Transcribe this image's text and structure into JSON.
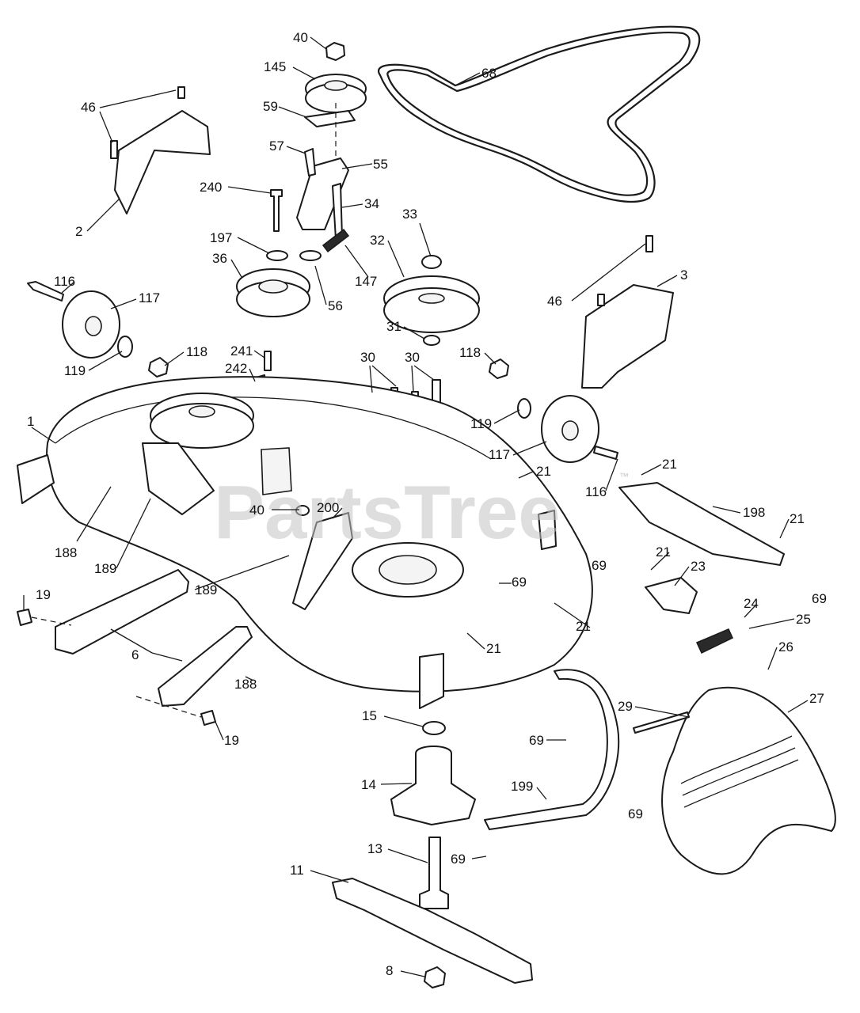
{
  "watermark": {
    "text": "PartsTree",
    "trademark": "™"
  },
  "callouts": [
    {
      "id": "c40a",
      "text": "40"
    },
    {
      "id": "c145",
      "text": "145"
    },
    {
      "id": "c68",
      "text": "68"
    },
    {
      "id": "c46a",
      "text": "46"
    },
    {
      "id": "c59",
      "text": "59"
    },
    {
      "id": "c57",
      "text": "57"
    },
    {
      "id": "c55",
      "text": "55"
    },
    {
      "id": "c2",
      "text": "2"
    },
    {
      "id": "c240",
      "text": "240"
    },
    {
      "id": "c34",
      "text": "34"
    },
    {
      "id": "c33",
      "text": "33"
    },
    {
      "id": "c197",
      "text": "197"
    },
    {
      "id": "c36",
      "text": "36"
    },
    {
      "id": "c32",
      "text": "32"
    },
    {
      "id": "c147",
      "text": "147"
    },
    {
      "id": "c56",
      "text": "56"
    },
    {
      "id": "c3",
      "text": "3"
    },
    {
      "id": "c46b",
      "text": "46"
    },
    {
      "id": "c116a",
      "text": "116"
    },
    {
      "id": "c117a",
      "text": "117"
    },
    {
      "id": "c31",
      "text": "31"
    },
    {
      "id": "c118a",
      "text": "118"
    },
    {
      "id": "c119a",
      "text": "119"
    },
    {
      "id": "c241",
      "text": "241"
    },
    {
      "id": "c30a",
      "text": "30"
    },
    {
      "id": "c30b",
      "text": "30"
    },
    {
      "id": "c118b",
      "text": "118"
    },
    {
      "id": "c242",
      "text": "242"
    },
    {
      "id": "c119b",
      "text": "119"
    },
    {
      "id": "c1",
      "text": "1"
    },
    {
      "id": "c117b",
      "text": "117"
    },
    {
      "id": "c21a",
      "text": "21"
    },
    {
      "id": "c21b",
      "text": "21"
    },
    {
      "id": "c116b",
      "text": "116"
    },
    {
      "id": "c40b",
      "text": "40"
    },
    {
      "id": "c200",
      "text": "200"
    },
    {
      "id": "c198",
      "text": "198"
    },
    {
      "id": "c21c",
      "text": "21"
    },
    {
      "id": "c188a",
      "text": "188"
    },
    {
      "id": "c189a",
      "text": "189"
    },
    {
      "id": "c69a",
      "text": "69"
    },
    {
      "id": "c21d",
      "text": "21"
    },
    {
      "id": "c23",
      "text": "23"
    },
    {
      "id": "c189b",
      "text": "189"
    },
    {
      "id": "c69b",
      "text": "69"
    },
    {
      "id": "c69c",
      "text": "69"
    },
    {
      "id": "c19a",
      "text": "19"
    },
    {
      "id": "c24",
      "text": "24"
    },
    {
      "id": "c25",
      "text": "25"
    },
    {
      "id": "c21e",
      "text": "21"
    },
    {
      "id": "c6",
      "text": "6"
    },
    {
      "id": "c21f",
      "text": "21"
    },
    {
      "id": "c26",
      "text": "26"
    },
    {
      "id": "c188b",
      "text": "188"
    },
    {
      "id": "c27",
      "text": "27"
    },
    {
      "id": "c15",
      "text": "15"
    },
    {
      "id": "c29",
      "text": "29"
    },
    {
      "id": "c19b",
      "text": "19"
    },
    {
      "id": "c69d",
      "text": "69"
    },
    {
      "id": "c14",
      "text": "14"
    },
    {
      "id": "c199",
      "text": "199"
    },
    {
      "id": "c69e",
      "text": "69"
    },
    {
      "id": "c13",
      "text": "13"
    },
    {
      "id": "c69f",
      "text": "69"
    },
    {
      "id": "c11",
      "text": "11"
    },
    {
      "id": "c8",
      "text": "8"
    }
  ]
}
